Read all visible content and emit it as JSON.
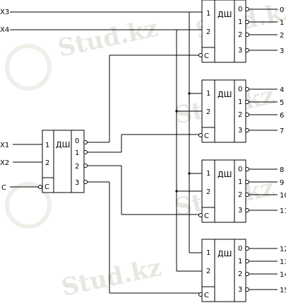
{
  "watermark": {
    "text": "Stud.kz",
    "color": "#cfd6c8"
  },
  "block_title": "ДШ",
  "input_labels": [
    "1",
    "2"
  ],
  "clock_label": "C",
  "output_labels": [
    "0",
    "1",
    "2",
    "3"
  ],
  "external_inputs": {
    "x1": "X1",
    "x2": "X2",
    "x3": "X3",
    "x4": "X4",
    "c": "C"
  },
  "outputs": [
    "0",
    "1",
    "2",
    "3",
    "4",
    "5",
    "6",
    "7",
    "8",
    "9",
    "10",
    "11",
    "12",
    "13",
    "14",
    "15"
  ]
}
